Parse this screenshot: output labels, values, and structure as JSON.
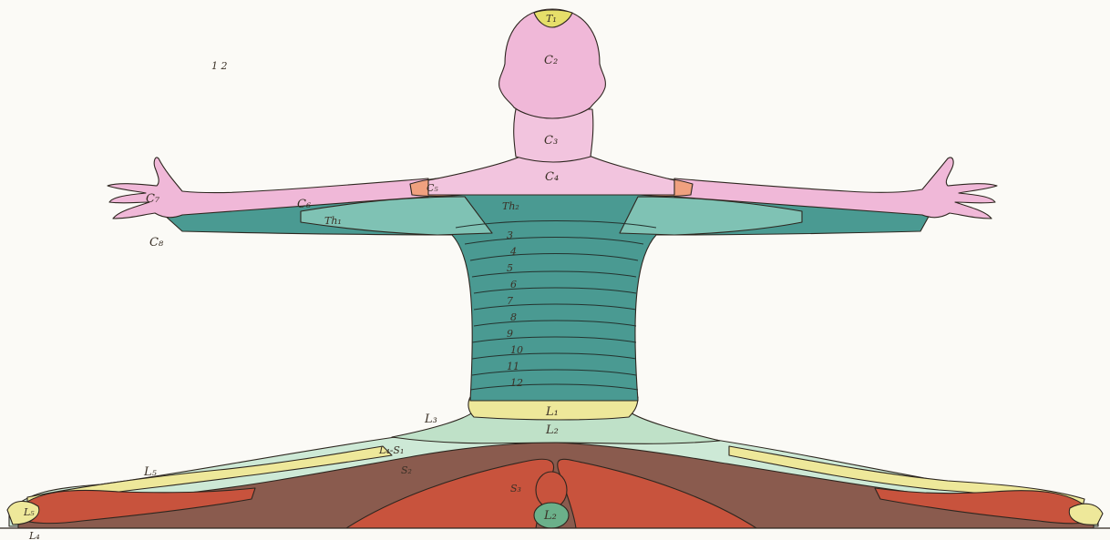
{
  "colors": {
    "paper": "#fbfaf6",
    "cervical_pink": "#f0b8d8",
    "cervical_pink_dark": "#e79ac4",
    "c5_orange": "#f0a17f",
    "thoracic_teal": "#4a9a92",
    "thoracic_teal_dark": "#2f7a76",
    "thoracic_teal_light": "#7fc2b4",
    "lumbar_yellow": "#eee89a",
    "lumbar_mint": "#bfe1c8",
    "l4s1_green": "#cde9d6",
    "sacral_brown": "#8a5b4e",
    "sacral_red": "#c8533d",
    "foot_green": "#6bb08a",
    "t1_yellow": "#e6df6a"
  },
  "labels": {
    "head_top": "T₁",
    "head": "C₂",
    "neck": "C₃",
    "shoulders": "C₄",
    "upper_chest": "C₅",
    "arm_upper": "C₆",
    "hand": "C₇",
    "below_hand": "C₈",
    "trunk_top": "Th₂",
    "left_arm_teal": "Th₁",
    "lumbar_1": "L₁",
    "lumbar_2": "L₂",
    "lumbar_3": "L₃",
    "lumbar_4_s1": "L₄-S₁",
    "leg_l5": "L₅",
    "sacral": "S₂",
    "sacral_center": "S₃",
    "foot_left": "L₅",
    "foot_left_low": "L₄",
    "bottom_center": "L₂"
  },
  "thoracic_numbers": [
    "3",
    "4",
    "5",
    "6",
    "7",
    "8",
    "9",
    "10",
    "11",
    "12"
  ],
  "corner_marks": "1 2"
}
